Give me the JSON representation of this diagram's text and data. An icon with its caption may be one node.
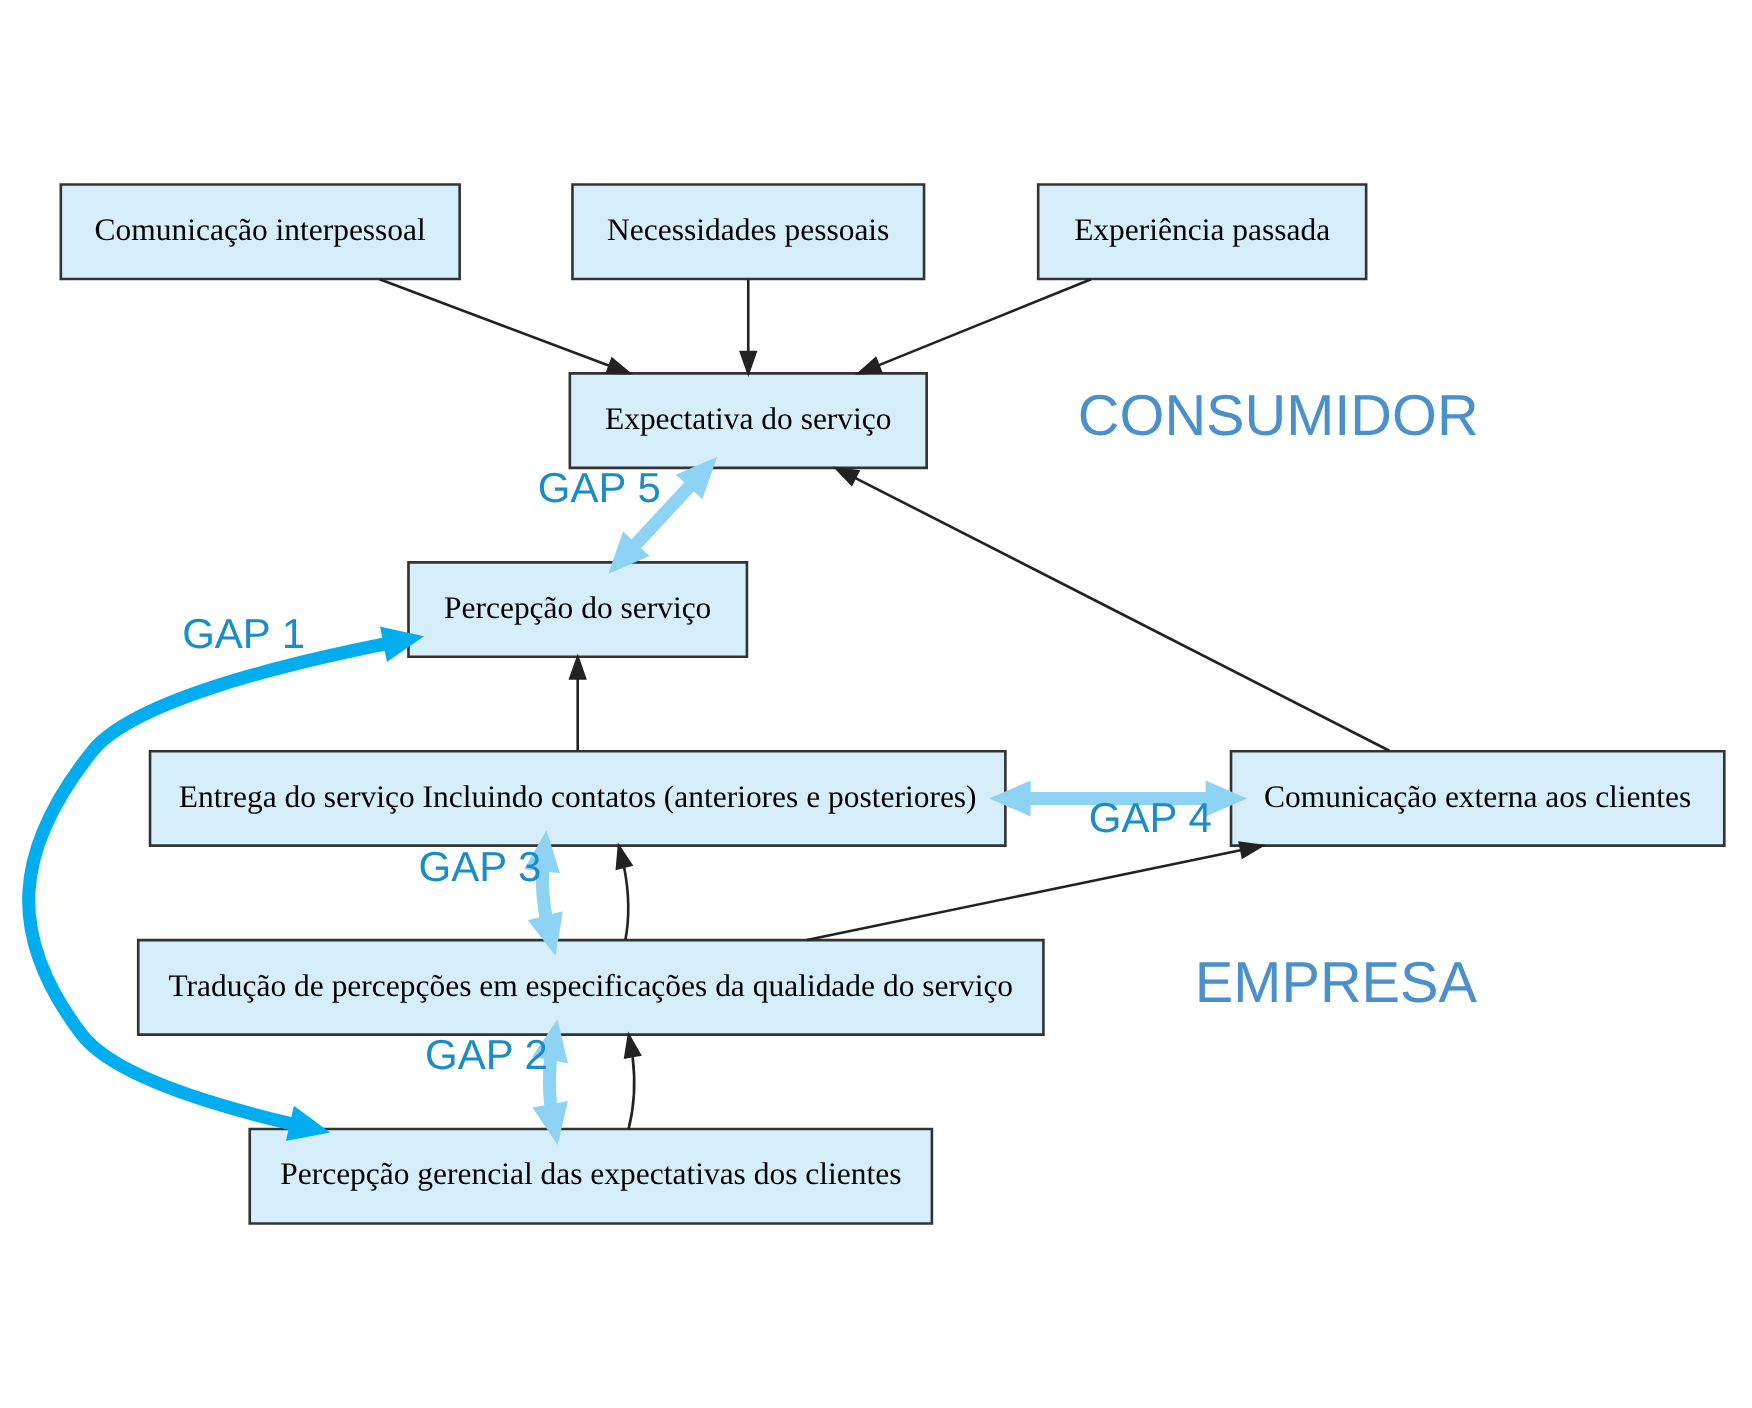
{
  "diagram": {
    "nodes": [
      {
        "text": [
          "Comunicação interpessoal"
        ]
      },
      {
        "text": [
          "Necessidades pessoais"
        ]
      },
      {
        "text": [
          "Experiência passada"
        ]
      },
      {
        "text": [
          "Expectativa do serviço"
        ]
      },
      {
        "text": [
          "Percepção do serviço"
        ]
      },
      {
        "text": [
          "Entrega do serviço Incluindo contatos (anteriores e posteriores)"
        ]
      },
      {
        "text": [
          "Comunicação externa aos clientes"
        ]
      },
      {
        "text": [
          "Tradução de percepções em especificações da qualidade do serviço"
        ]
      },
      {
        "text": [
          "Percepção gerencial das expectativas dos clientes"
        ]
      }
    ],
    "edges": [
      {
        "from": 0,
        "to": 3,
        "arrow": "to"
      },
      {
        "from": 1,
        "to": 3,
        "arrow": "to"
      },
      {
        "from": 2,
        "to": 3,
        "arrow": "to"
      },
      {
        "from": 3,
        "to": 4,
        "arrow": "both",
        "label": "GAP 5",
        "style": "thick",
        "color": "#8fd3f4"
      },
      {
        "from": 4,
        "to": 8,
        "arrow": "both",
        "label": "GAP 1",
        "style": "thick",
        "color": "#00aeef"
      },
      {
        "from": 5,
        "to": 4,
        "arrow": "to"
      },
      {
        "from": 6,
        "to": 3,
        "arrow": "to"
      },
      {
        "from": 5,
        "to": 6,
        "arrow": "both",
        "label": "GAP 4",
        "style": "thick",
        "color": "#8fd3f4"
      },
      {
        "from": 5,
        "to": 7,
        "arrow": "both",
        "label": "GAP 3",
        "style": "thick",
        "color": "#8fd3f4"
      },
      {
        "from": 7,
        "to": 5,
        "arrow": "to"
      },
      {
        "from": 7,
        "to": 8,
        "arrow": "both",
        "label": "GAP 2",
        "style": "thick",
        "color": "#8fd3f4"
      },
      {
        "from": 8,
        "to": 7,
        "arrow": "to"
      },
      {
        "from": 7,
        "to": 6,
        "arrow": "to"
      }
    ],
    "labels": [
      "CONSUMIDOR",
      "EMPRESA"
    ]
  }
}
